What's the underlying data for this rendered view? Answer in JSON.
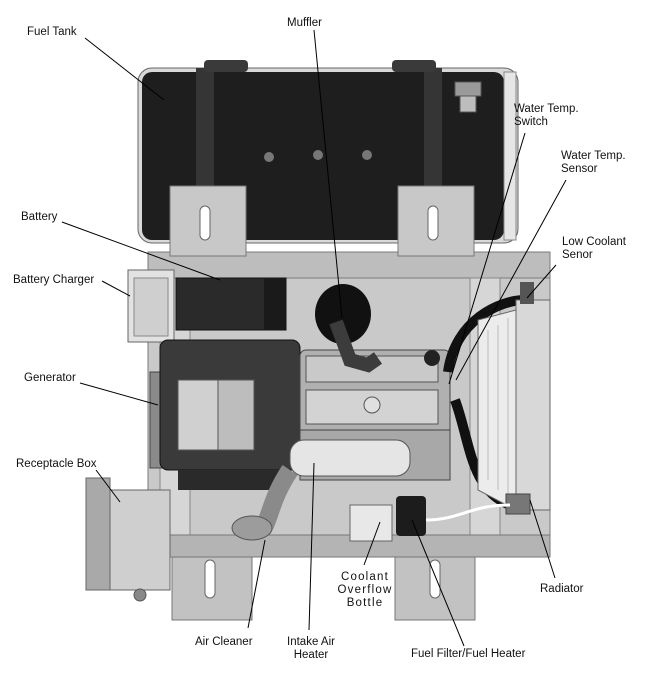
{
  "labels": {
    "fuel_tank": "Fuel Tank",
    "muffler": "Muffler",
    "water_temp_switch": [
      "Water Temp.",
      "Switch"
    ],
    "water_temp_sensor": [
      "Water Temp.",
      "Sensor"
    ],
    "battery": "Battery",
    "low_coolant": [
      "Low Coolant",
      "Senor"
    ],
    "battery_charger": "Battery Charger",
    "generator": "Generator",
    "receptacle_box": "Receptacle Box",
    "coolant_overflow": [
      "Coolant",
      "Overflow",
      "Bottle"
    ],
    "radiator": "Radiator",
    "air_cleaner": "Air Cleaner",
    "intake_air_heater": [
      "Intake Air",
      "Heater"
    ],
    "fuel_filter": "Fuel Filter/Fuel Heater"
  },
  "colors": {
    "tank": "#1e1e1e",
    "frame": "#c4c4c4",
    "frame_dark": "#9a9a9a",
    "engine": "#b8b8b8",
    "hose": "#1a1a1a",
    "line": "#000000"
  }
}
